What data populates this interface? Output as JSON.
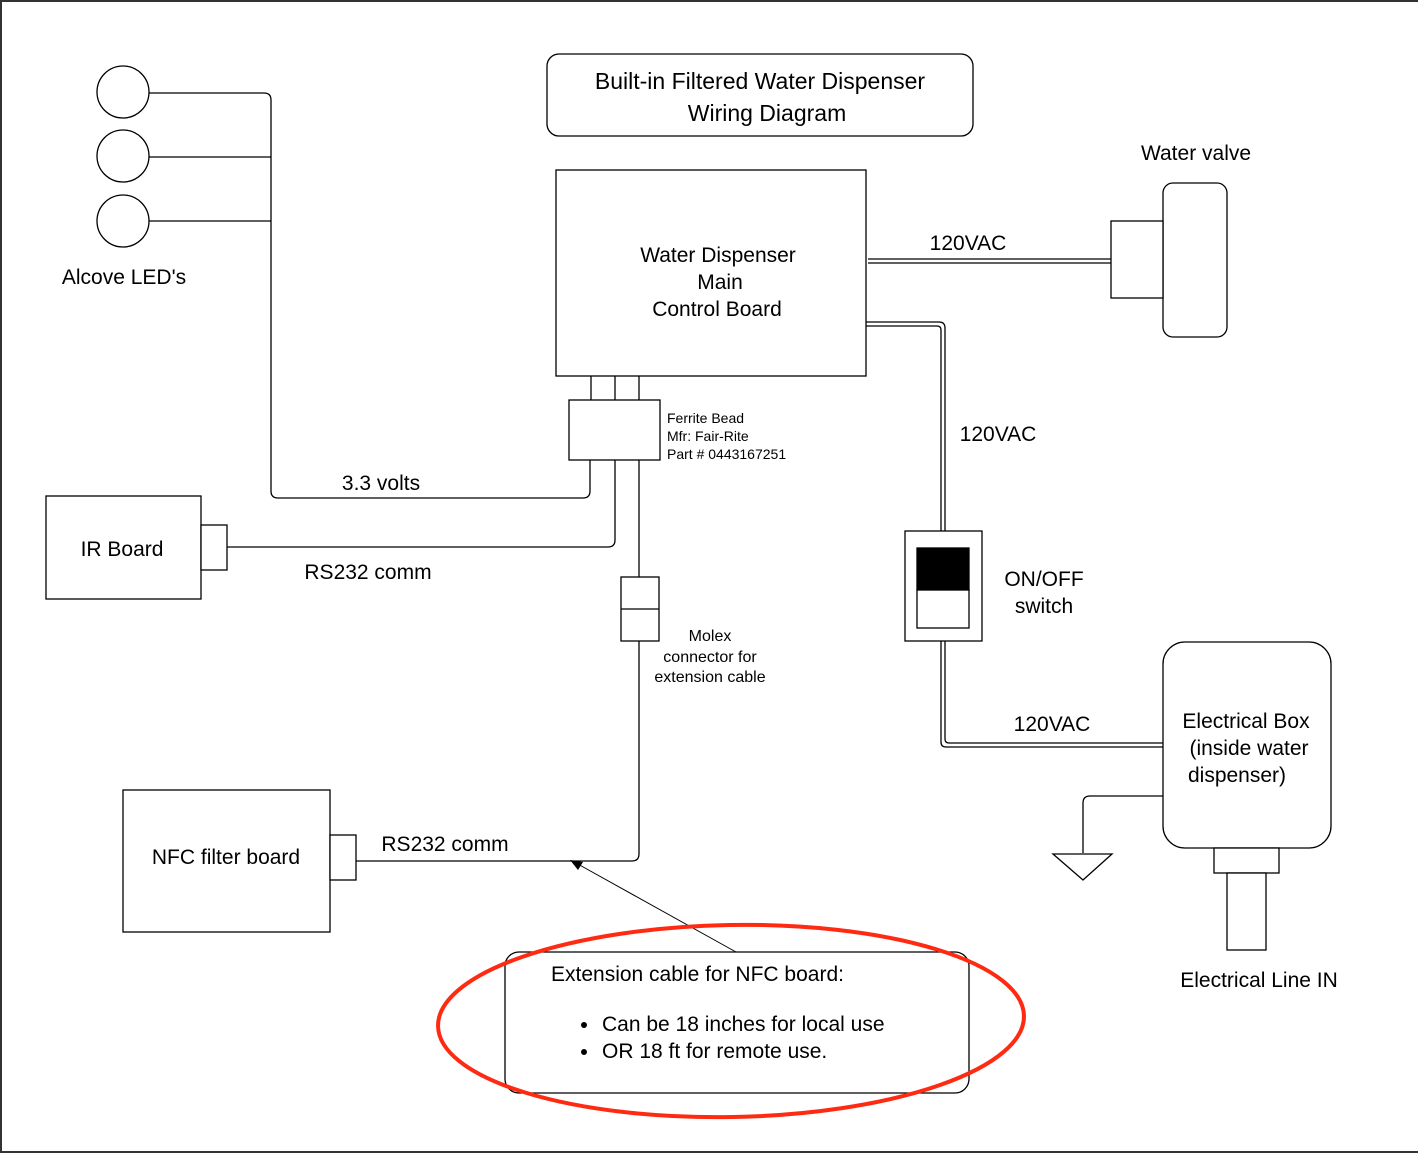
{
  "title": {
    "line1": "Built-in Filtered Water Dispenser",
    "line2": "Wiring Diagram"
  },
  "components": {
    "alcove_leds": {
      "label": "Alcove LED's",
      "count": 3
    },
    "main_board": {
      "line1": "Water Dispenser",
      "line2": "Main",
      "line3": "Control Board"
    },
    "water_valve": {
      "label": "Water valve"
    },
    "ferrite_bead": {
      "line1": "Ferrite Bead",
      "line2": "Mfr: Fair-Rite",
      "line3": "Part # 0443167251"
    },
    "ir_board": {
      "label": "IR Board"
    },
    "molex": {
      "line1": "Molex",
      "line2": "connector for",
      "line3": "extension cable"
    },
    "nfc_board": {
      "label": "NFC filter board"
    },
    "switch": {
      "line1": "ON/OFF",
      "line2": "switch"
    },
    "electrical_box": {
      "line1": "Electrical Box",
      "line2": "(inside water",
      "line3": "dispenser)"
    },
    "line_in": {
      "label": "Electrical Line IN"
    }
  },
  "wires": {
    "valve_voltage": "120VAC",
    "switch_voltage": "120VAC",
    "box_voltage": "120VAC",
    "led_voltage": "3.3 volts",
    "ir_comm": "RS232 comm",
    "nfc_comm": "RS232 comm"
  },
  "callout": {
    "heading": "Extension cable for NFC board:",
    "bullets": [
      "Can be 18 inches for local use",
      "OR 18 ft for remote use."
    ],
    "highlight_color": "#ff2a12"
  }
}
